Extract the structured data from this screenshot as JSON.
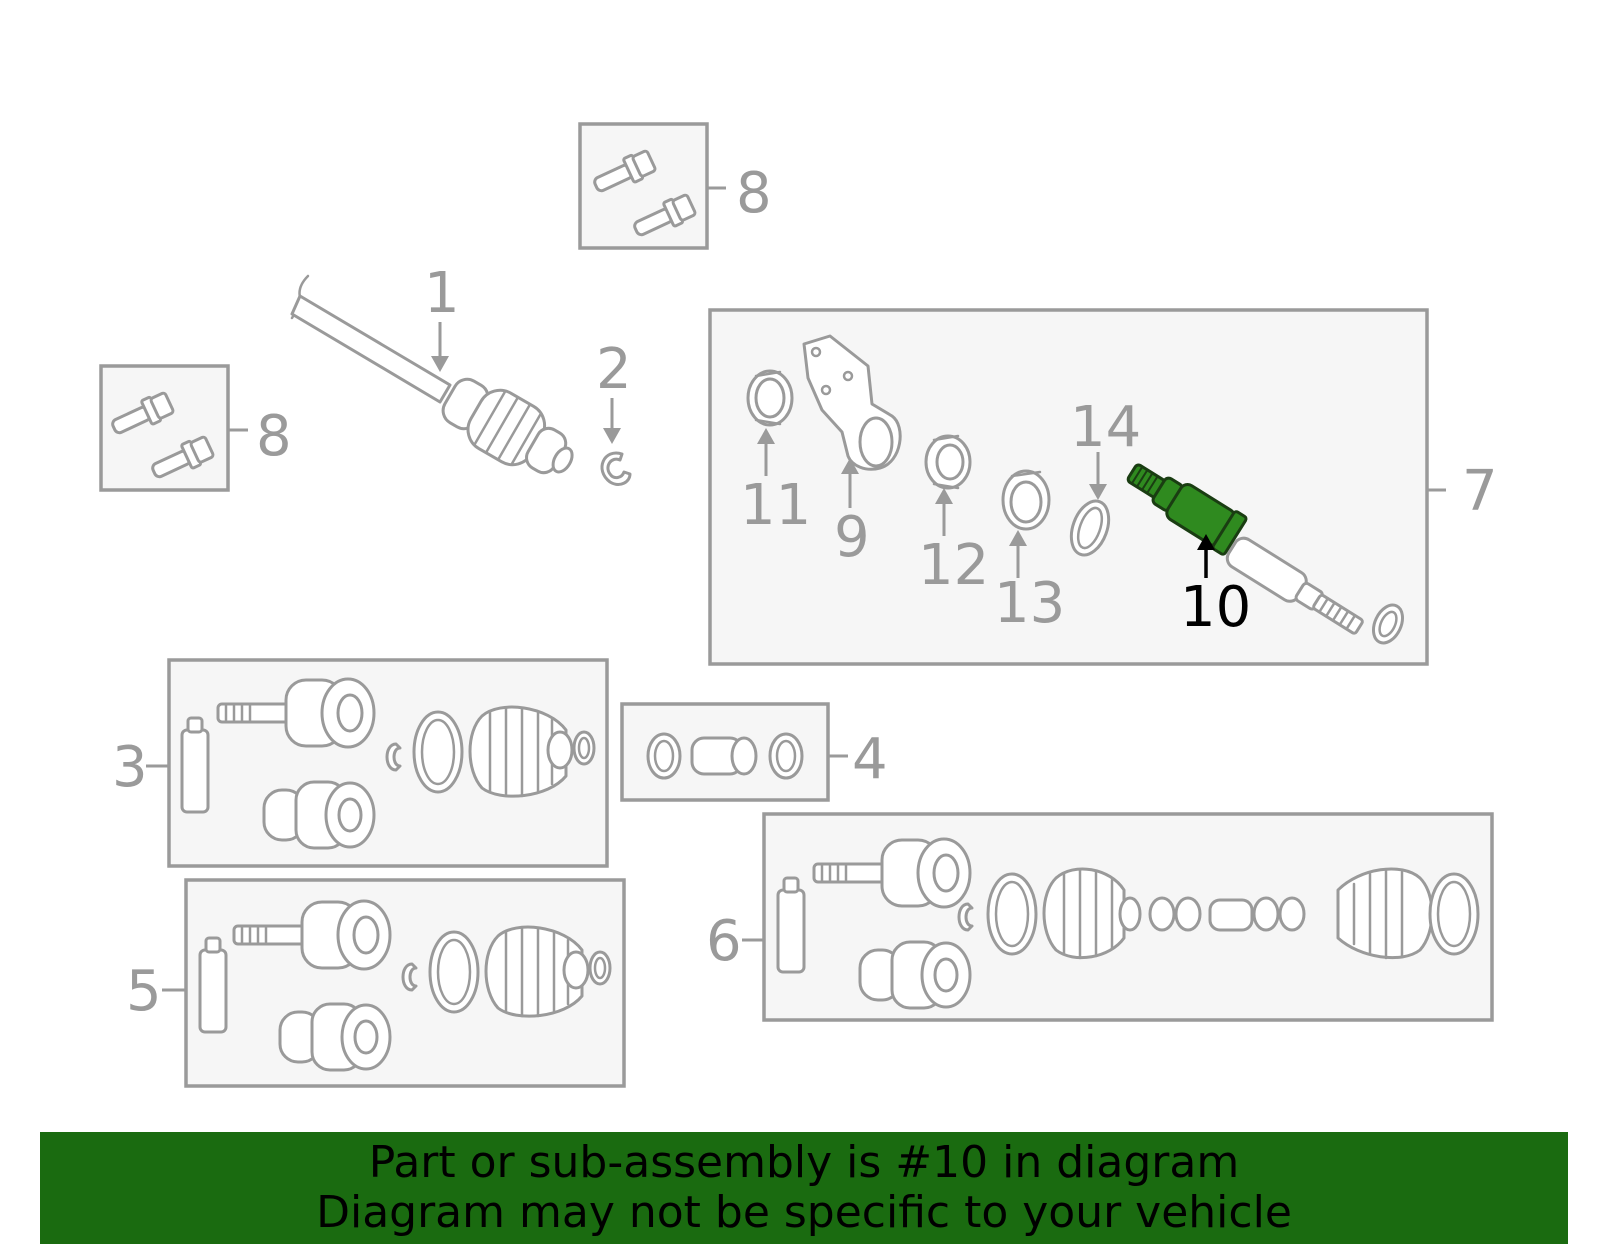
{
  "diagram": {
    "highlighted_part": "10",
    "highlight_color": "#2f8a1f",
    "callouts": {
      "c1": "1",
      "c2": "2",
      "c3": "3",
      "c4": "4",
      "c5": "5",
      "c6": "6",
      "c7": "7",
      "c8a": "8",
      "c8b": "8",
      "c9": "9",
      "c10": "10",
      "c11": "11",
      "c12": "12",
      "c13": "13",
      "c14": "14"
    }
  },
  "banner": {
    "line1": "Part or sub-assembly is #10 in diagram",
    "line2": "Diagram may not be specific to your vehicle",
    "background": "#1a6b10"
  }
}
